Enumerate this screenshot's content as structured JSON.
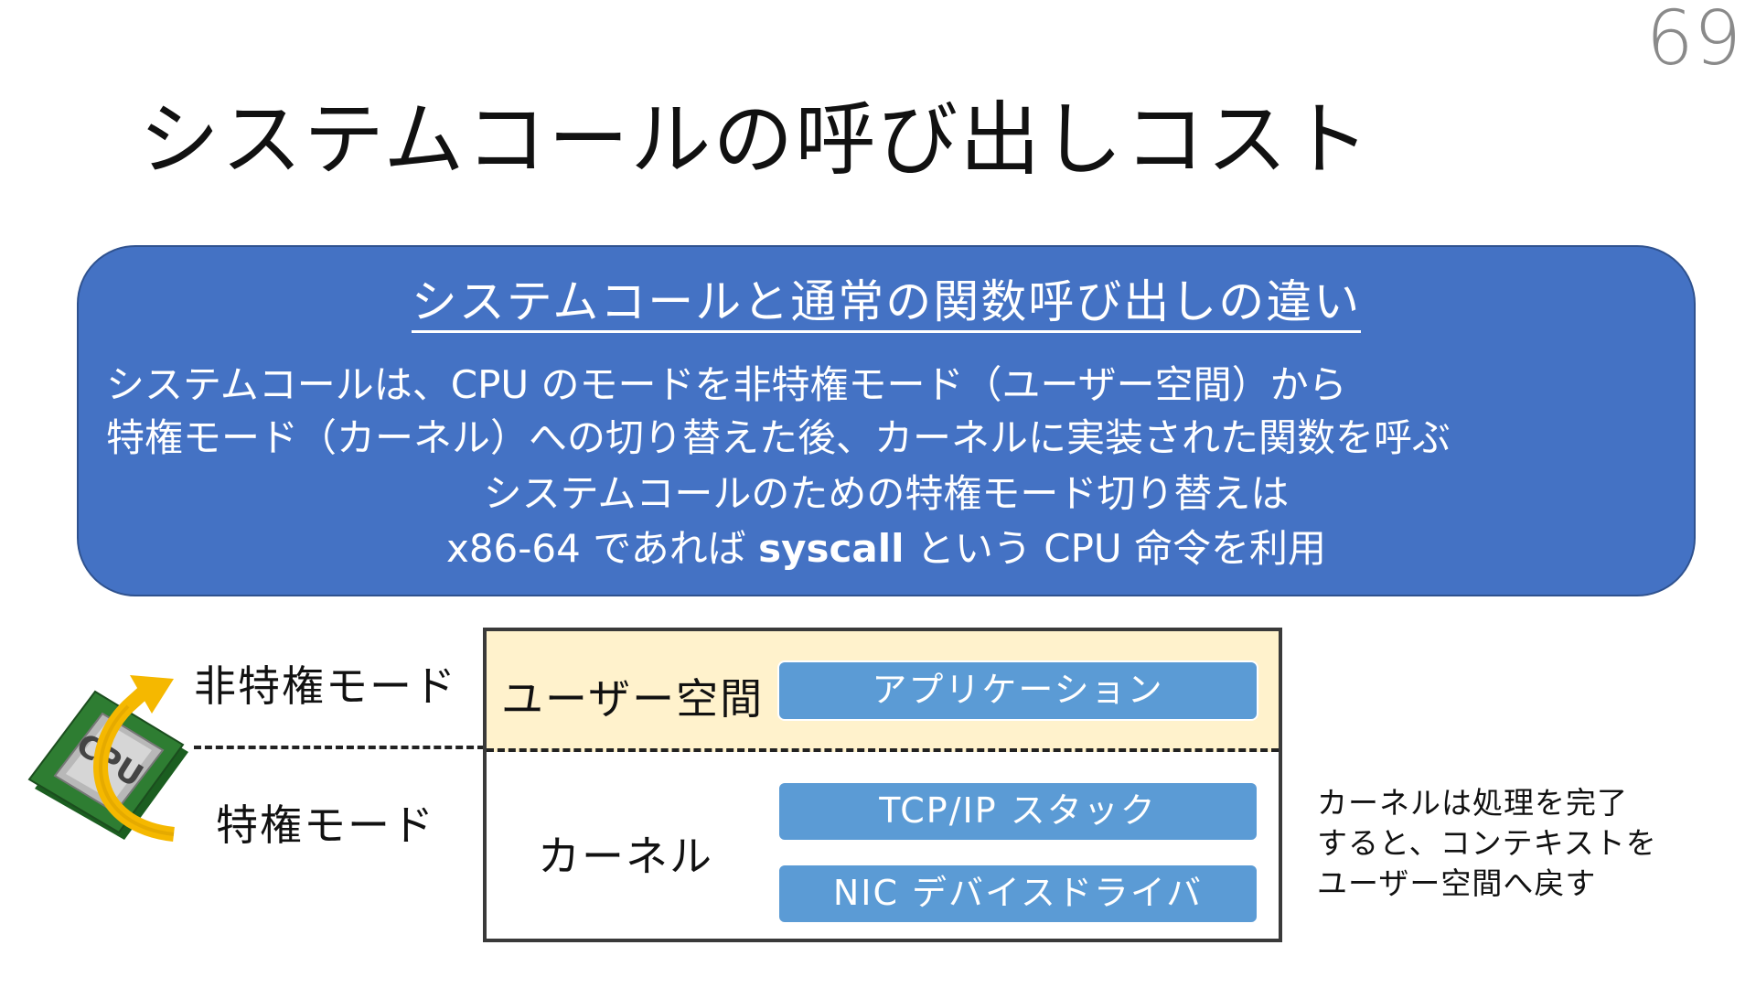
{
  "page_number": "69",
  "title": "システムコールの呼び出しコスト",
  "summary": {
    "heading": "システムコールと通常の関数呼び出しの違い",
    "description_lines": [
      "システムコールは、CPU のモードを非特権モード（ユーザー空間）から",
      "特権モード（カーネル）への切り替えた後、カーネルに実装された関数を呼ぶ"
    ],
    "note_line1": "システムコールのための特権モード切り替えは",
    "note_line2_prefix": "x86-64 であれば ",
    "note_line2_bold": "syscall",
    "note_line2_suffix": " という CPU 命令を利用"
  },
  "diagram": {
    "cpu_label": "CPU",
    "unprivileged_mode": "非特権モード",
    "privileged_mode": "特権モード",
    "user_space_label": "ユーザー空間",
    "kernel_label": "カーネル",
    "user_layers": [
      "アプリケーション"
    ],
    "kernel_layers": [
      "TCP/IP スタック",
      "NIC デバイスドライバ"
    ],
    "side_note_lines": [
      "カーネルは処理を完了",
      "すると、コンテキストを",
      "ユーザー空間へ戻す"
    ]
  },
  "colors": {
    "summary_bg": "#4472c4",
    "user_band_bg": "#fff2cc",
    "layer_bg": "#5b9bd5",
    "arrow": "#f5b800",
    "cpu_board": "#2e7d32"
  },
  "icons": {
    "cpu": "cpu-chip-icon",
    "arrow": "curved-arrow-icon"
  }
}
